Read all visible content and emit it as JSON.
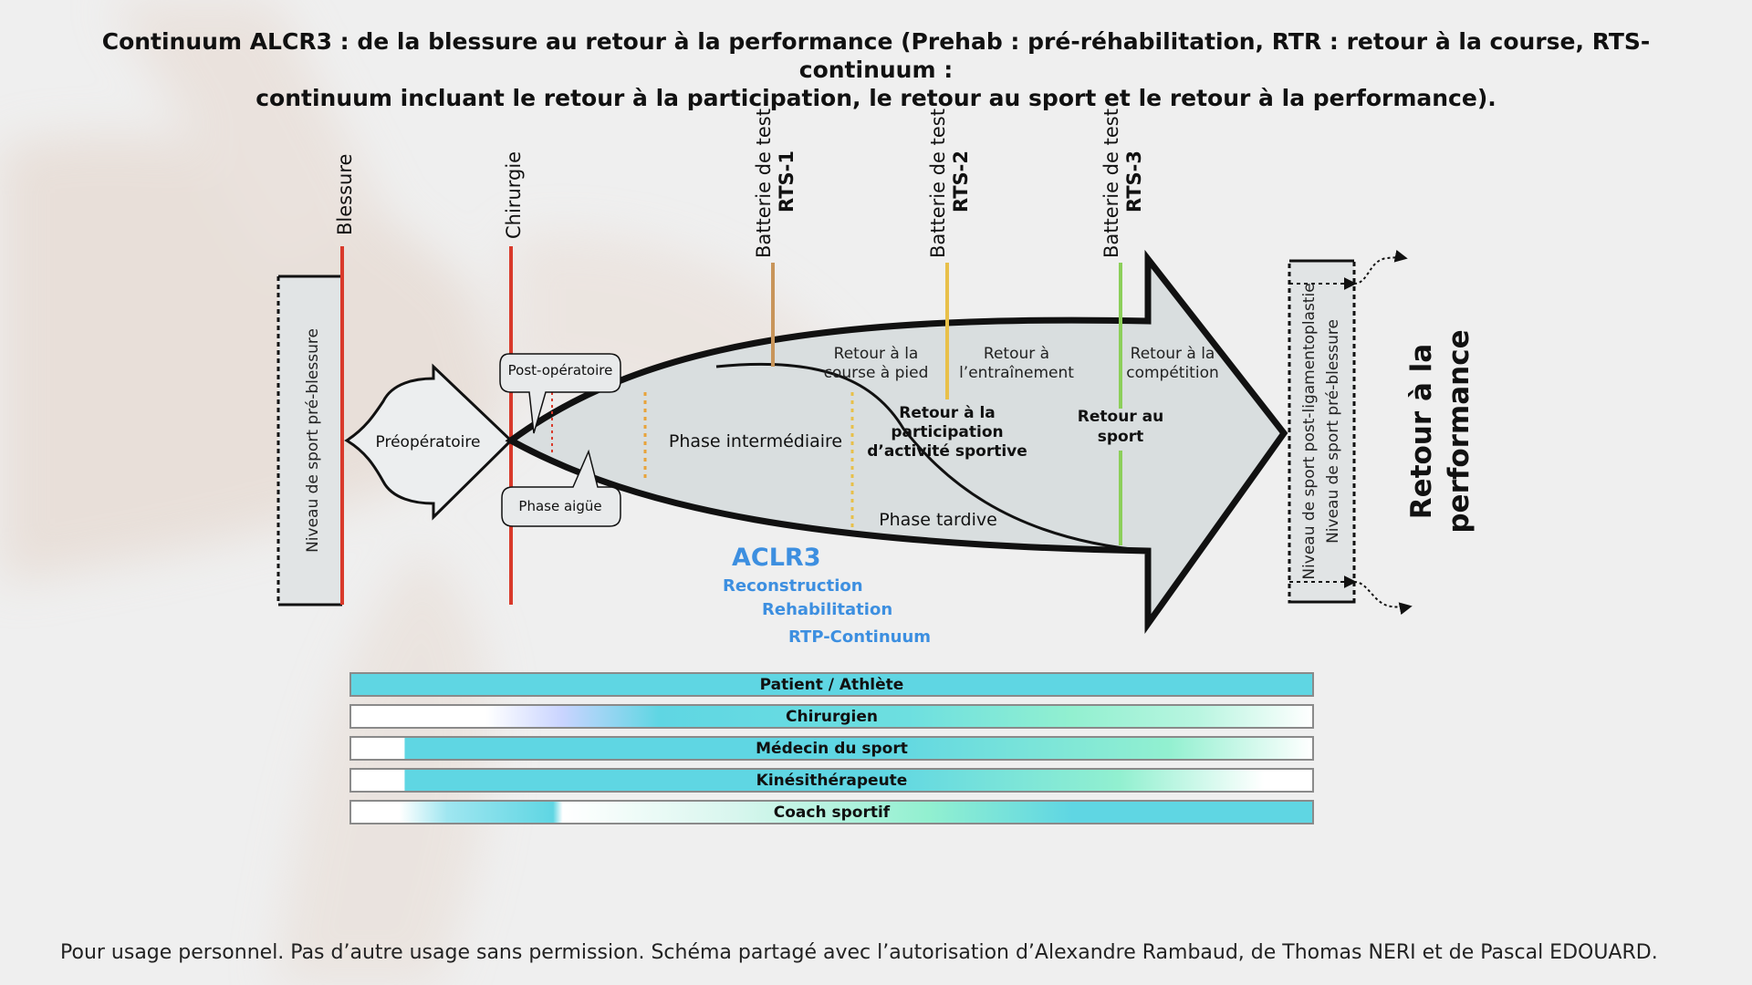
{
  "title": {
    "line1": "Continuum ALCR3 : de la blessure au retour à la performance (Prehab : pré-réhabilitation, RTR : retour à la course, RTS-continuum :",
    "line2": "continuum incluant le retour à la participation, le retour au sport et le retour à la performance)."
  },
  "milestones": {
    "injury": "Blessure",
    "surgery": "Chirurgie",
    "rts1": {
      "line1": "Batterie de test",
      "line2": "RTS-1"
    },
    "rts2": {
      "line1": "Batterie de test",
      "line2": "RTS-2"
    },
    "rts3": {
      "line1": "Batterie de test",
      "line2": "RTS-3"
    }
  },
  "left_box": "Niveau de sport pré-blessure",
  "phases": {
    "preop": "Préopératoire",
    "postop": "Post-opératoire",
    "acute": "Phase aigüe",
    "intermediate": "Phase intermédiaire",
    "late": "Phase tardive"
  },
  "returns": {
    "running": {
      "line1": "Retour à la",
      "line2": "course à pied"
    },
    "training": {
      "line1": "Retour à",
      "line2": "l’entraînement"
    },
    "competition": {
      "line1": "Retour à la",
      "line2": "compétition"
    },
    "participation": {
      "line1": "Retour à la",
      "line2": "participation",
      "line3": "d’activité sportive"
    },
    "sport": {
      "line1": "Retour au",
      "line2": "sport"
    }
  },
  "aclr3": {
    "title": "ACLR3",
    "r1": "Reconstruction",
    "r2": "Rehabilitation",
    "r3": "RTP-Continuum"
  },
  "right_box": {
    "line1": "Niveau de sport post-ligamentoplastie",
    "line2": "Niveau de sport pré-blessure"
  },
  "performance": {
    "line1": "Retour à la",
    "line2": "performance"
  },
  "roles": [
    "Patient / Athlète",
    "Chirurgien",
    "Médecin du sport",
    "Kinésithérapeute",
    "Coach sportif"
  ],
  "colors": {
    "injury_line": "#d93a2b",
    "rts1_line": "#c8955a",
    "rts2_line": "#e8c04a",
    "rts3_line": "#8ccf5a",
    "aclr3_blue": "#3d8fe0",
    "bar_cyan": "#5fd6e3",
    "bar_mint": "#92f0d0"
  },
  "footer": "Pour usage personnel. Pas d’autre usage sans permission. Schéma partagé avec l’autorisation d’Alexandre Rambaud, de Thomas NERI et de Pascal EDOUARD."
}
